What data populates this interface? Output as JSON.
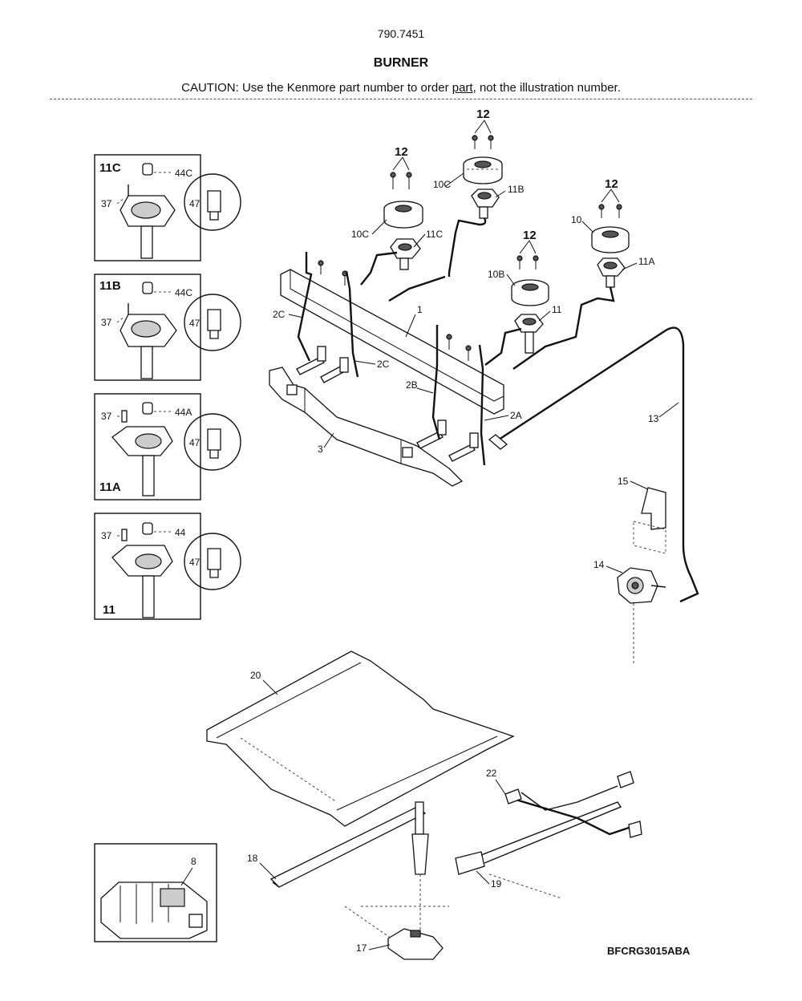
{
  "header": {
    "model_number": "790.7451",
    "title": "BURNER",
    "caution_before": "CAUTION: Use the Kenmore part number to order ",
    "caution_underlined": "part",
    "caution_after": ", not the illustration number."
  },
  "insets": [
    {
      "title": "11C",
      "screw": "37",
      "cap": "44C",
      "knob": "47"
    },
    {
      "title": "11B",
      "screw": "37",
      "cap": "44C",
      "knob": "47"
    },
    {
      "title": "11A",
      "screw": "37",
      "cap": "44A",
      "knob": "47"
    },
    {
      "title": "11",
      "screw": "37",
      "cap": "44",
      "knob": "47"
    }
  ],
  "callouts": {
    "c12a": "12",
    "c12b": "12",
    "c12c": "12",
    "c12d": "12",
    "c10c_a": "10C",
    "c10c_b": "10C",
    "c11b": "11B",
    "c11c": "11C",
    "c10": "10",
    "c11a": "11A",
    "c10b": "10B",
    "c11": "11",
    "c1": "1",
    "c2c_a": "2C",
    "c2c_b": "2C",
    "c2b": "2B",
    "c2a": "2A",
    "c3": "3",
    "c13": "13",
    "c15": "15",
    "c14": "14",
    "c20": "20",
    "c22": "22",
    "c18": "18",
    "c19": "19",
    "c17": "17",
    "c8": "8"
  },
  "document_id": "BFCRG3015ABA"
}
